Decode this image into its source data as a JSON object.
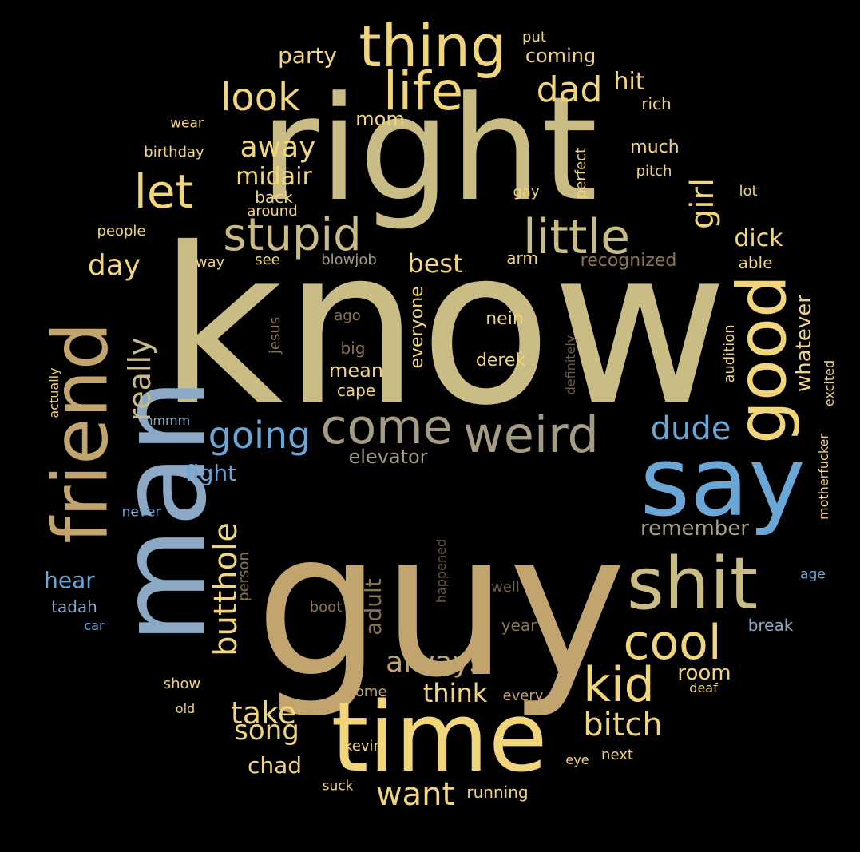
{
  "title": "",
  "background": "#000000",
  "palette": {
    "gold": "#F0D57A",
    "khaki": "#C9BC85",
    "tan": "#C2A56E",
    "blue": "#6AA6D6",
    "steel": "#8BA9C4",
    "grey": "#A59C86",
    "brown": "#8B7550",
    "dim": "#6E5E42"
  },
  "words": [
    {
      "text": "know",
      "c": "khaki"
    },
    {
      "text": "guy",
      "c": "tan"
    },
    {
      "text": "right",
      "c": "khaki"
    },
    {
      "text": "man",
      "c": "steel"
    },
    {
      "text": "time",
      "c": "gold"
    },
    {
      "text": "say",
      "c": "blue"
    },
    {
      "text": "friend",
      "c": "tan"
    },
    {
      "text": "shit",
      "c": "khaki"
    },
    {
      "text": "good",
      "c": "gold"
    },
    {
      "text": "thing",
      "c": "gold"
    },
    {
      "text": "life",
      "c": "gold"
    },
    {
      "text": "weird",
      "c": "grey"
    },
    {
      "text": "come",
      "c": "grey"
    },
    {
      "text": "little",
      "c": "khaki"
    },
    {
      "text": "stupid",
      "c": "khaki"
    },
    {
      "text": "let",
      "c": "gold"
    },
    {
      "text": "cool",
      "c": "gold"
    },
    {
      "text": "kid",
      "c": "gold"
    },
    {
      "text": "going",
      "c": "blue"
    },
    {
      "text": "look",
      "c": "gold"
    },
    {
      "text": "dad",
      "c": "gold"
    },
    {
      "text": "butthole",
      "c": "gold"
    },
    {
      "text": "girl",
      "c": "gold"
    },
    {
      "text": "really",
      "c": "khaki"
    },
    {
      "text": "dude",
      "c": "blue"
    },
    {
      "text": "bitch",
      "c": "gold"
    },
    {
      "text": "take",
      "c": "gold"
    },
    {
      "text": "want",
      "c": "gold"
    },
    {
      "text": "song",
      "c": "gold"
    },
    {
      "text": "always",
      "c": "tan"
    },
    {
      "text": "day",
      "c": "gold"
    },
    {
      "text": "away",
      "c": "gold"
    },
    {
      "text": "best",
      "c": "gold"
    },
    {
      "text": "party",
      "c": "gold"
    },
    {
      "text": "think",
      "c": "gold"
    },
    {
      "text": "hit",
      "c": "gold"
    },
    {
      "text": "midair",
      "c": "gold"
    },
    {
      "text": "dick",
      "c": "gold"
    },
    {
      "text": "whatever",
      "c": "gold"
    },
    {
      "text": "adult",
      "c": "brown"
    },
    {
      "text": "chad",
      "c": "gold"
    },
    {
      "text": "hear",
      "c": "blue"
    },
    {
      "text": "remember",
      "c": "grey"
    },
    {
      "text": "fight",
      "c": "blue"
    },
    {
      "text": "elevator",
      "c": "grey"
    },
    {
      "text": "mean",
      "c": "gold"
    },
    {
      "text": "room",
      "c": "gold"
    },
    {
      "text": "coming",
      "c": "gold"
    },
    {
      "text": "mom",
      "c": "gold"
    },
    {
      "text": "recognized",
      "c": "brown"
    },
    {
      "text": "everyone",
      "c": "gold"
    },
    {
      "text": "put",
      "c": "gold"
    },
    {
      "text": "rich",
      "c": "gold"
    },
    {
      "text": "much",
      "c": "gold"
    },
    {
      "text": "pitch",
      "c": "gold"
    },
    {
      "text": "perfect",
      "c": "gold"
    },
    {
      "text": "wear",
      "c": "gold"
    },
    {
      "text": "birthday",
      "c": "gold"
    },
    {
      "text": "back",
      "c": "gold"
    },
    {
      "text": "around",
      "c": "gold"
    },
    {
      "text": "gay",
      "c": "gold"
    },
    {
      "text": "lot",
      "c": "gold"
    },
    {
      "text": "people",
      "c": "gold"
    },
    {
      "text": "way",
      "c": "gold"
    },
    {
      "text": "see",
      "c": "gold"
    },
    {
      "text": "blowjob",
      "c": "grey"
    },
    {
      "text": "arm",
      "c": "gold"
    },
    {
      "text": "able",
      "c": "gold"
    },
    {
      "text": "nein",
      "c": "gold"
    },
    {
      "text": "derek",
      "c": "gold"
    },
    {
      "text": "cape",
      "c": "gold"
    },
    {
      "text": "big",
      "c": "brown"
    },
    {
      "text": "ago",
      "c": "brown"
    },
    {
      "text": "jesus",
      "c": "brown"
    },
    {
      "text": "definitely",
      "c": "dim"
    },
    {
      "text": "audition",
      "c": "gold"
    },
    {
      "text": "excited",
      "c": "gold"
    },
    {
      "text": "actually",
      "c": "gold"
    },
    {
      "text": "mmmm",
      "c": "steel"
    },
    {
      "text": "never",
      "c": "blue"
    },
    {
      "text": "motherfucker",
      "c": "gold"
    },
    {
      "text": "person",
      "c": "brown"
    },
    {
      "text": "happened",
      "c": "dim"
    },
    {
      "text": "well",
      "c": "dim"
    },
    {
      "text": "age",
      "c": "blue"
    },
    {
      "text": "tadah",
      "c": "steel"
    },
    {
      "text": "car",
      "c": "blue"
    },
    {
      "text": "boot",
      "c": "brown"
    },
    {
      "text": "year",
      "c": "brown"
    },
    {
      "text": "break",
      "c": "steel"
    },
    {
      "text": "show",
      "c": "gold"
    },
    {
      "text": "old",
      "c": "gold"
    },
    {
      "text": "home",
      "c": "tan"
    },
    {
      "text": "every",
      "c": "tan"
    },
    {
      "text": "deaf",
      "c": "gold"
    },
    {
      "text": "kevin",
      "c": "gold"
    },
    {
      "text": "eye",
      "c": "gold"
    },
    {
      "text": "next",
      "c": "gold"
    },
    {
      "text": "suck",
      "c": "gold"
    },
    {
      "text": "running",
      "c": "gold"
    }
  ]
}
